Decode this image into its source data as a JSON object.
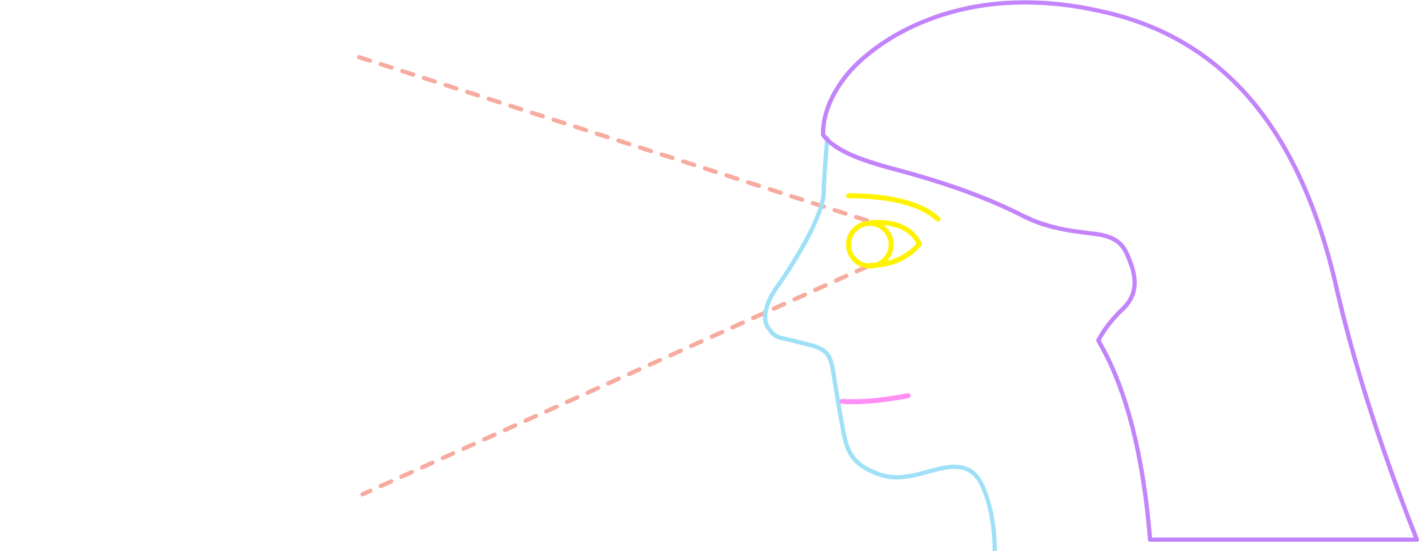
{
  "diagram": {
    "colors": {
      "background": "#ffffff",
      "sight_lines": "#f7ab9e",
      "face_profile": "#9fe0f7",
      "hair": "#c283fb",
      "eye": "#fff200",
      "eyebrow": "#fff200",
      "mouth": "#ff8ef5"
    },
    "parts": [
      "face-profile",
      "hair",
      "eyebrow",
      "eye",
      "pupil",
      "mouth",
      "sight-line-upper",
      "sight-line-lower"
    ],
    "sight_lines_style": "dashed"
  }
}
